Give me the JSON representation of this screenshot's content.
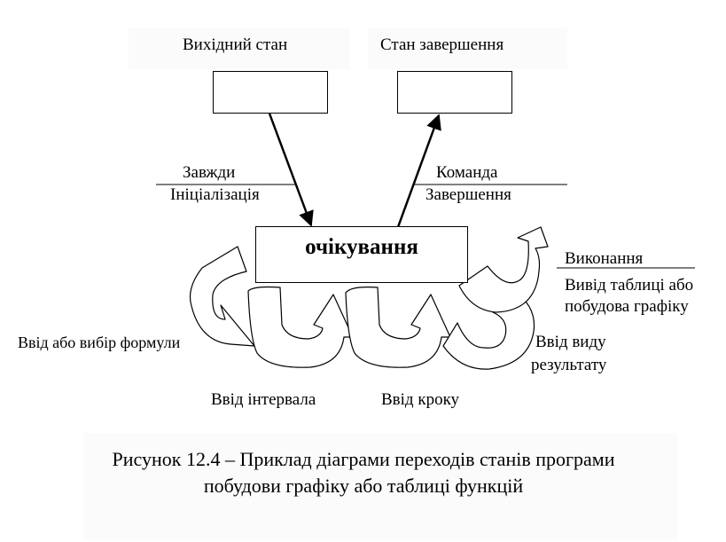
{
  "states": {
    "initial": "Вихідний стан",
    "final": "Стан завершення",
    "waiting": "очікування"
  },
  "transitions": {
    "init_event": "Завжди",
    "init_action": "Ініціалізація",
    "finish_event": "Команда",
    "finish_action": "Завершення",
    "execute_event": "Виконання",
    "execute_action_1": "Вивід таблиці або",
    "execute_action_2": "побудова графіку",
    "formula": "Ввід або вибір формули",
    "interval": "Ввід інтервала",
    "step": "Ввід кроку",
    "view_1": "Ввід виду",
    "view_2": "результату"
  },
  "caption": {
    "line1": "Рисунок 12.4 – Приклад діаграми переходів станів програми",
    "line2": "побудови графіку або таблиці функцій"
  }
}
